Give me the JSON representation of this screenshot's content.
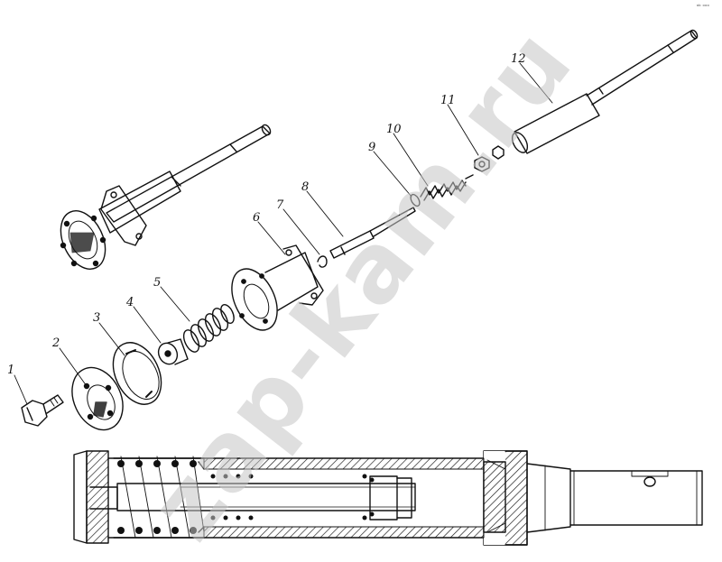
{
  "diagram": {
    "labels": [
      "1",
      "2",
      "3",
      "4",
      "5",
      "6",
      "7",
      "8",
      "9",
      "10",
      "11",
      "12"
    ],
    "corner_mark": "ᵃᵇ ᵒᵒᵒ",
    "watermark": "zap-kam.ru"
  }
}
